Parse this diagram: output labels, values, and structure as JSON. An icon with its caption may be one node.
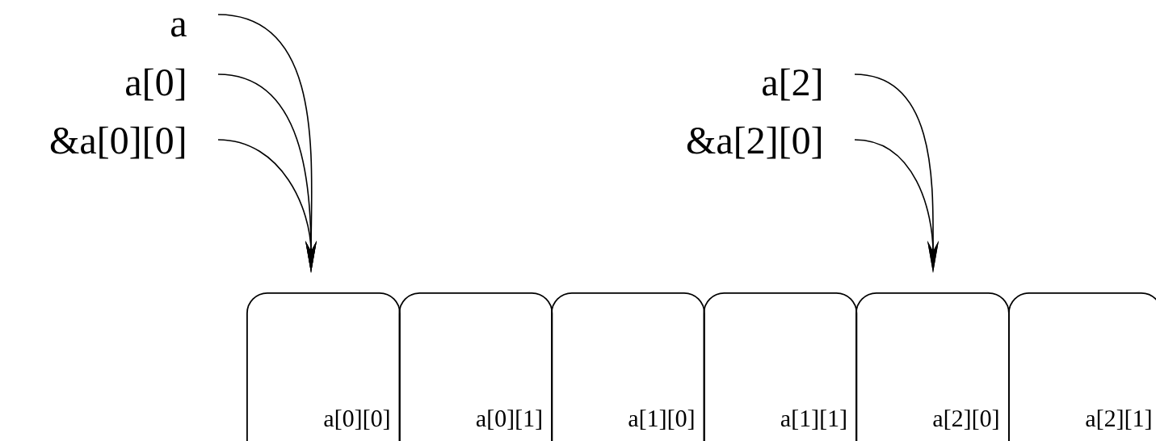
{
  "diagram": {
    "nodes": [
      {
        "text": [
          "a"
        ]
      },
      {
        "text": [
          "a[0]"
        ]
      },
      {
        "text": [
          "&a[0][0]"
        ]
      },
      {
        "text": [
          "a[2]"
        ]
      },
      {
        "text": [
          "&a[2][0]"
        ]
      },
      {
        "text": [
          "a[0][0]"
        ]
      },
      {
        "text": [
          "a[0][1]"
        ]
      },
      {
        "text": [
          "a[1][0]"
        ]
      },
      {
        "text": [
          "a[1][1]"
        ]
      },
      {
        "text": [
          "a[2][0]"
        ]
      },
      {
        "text": [
          "a[2][1]"
        ]
      }
    ],
    "edges": [
      {
        "from": 0,
        "to": 5,
        "arrow": "to"
      },
      {
        "from": 1,
        "to": 5,
        "arrow": "to"
      },
      {
        "from": 2,
        "to": 5,
        "arrow": "to"
      },
      {
        "from": 3,
        "to": 9,
        "arrow": "to"
      },
      {
        "from": 4,
        "to": 9,
        "arrow": "to"
      }
    ]
  }
}
